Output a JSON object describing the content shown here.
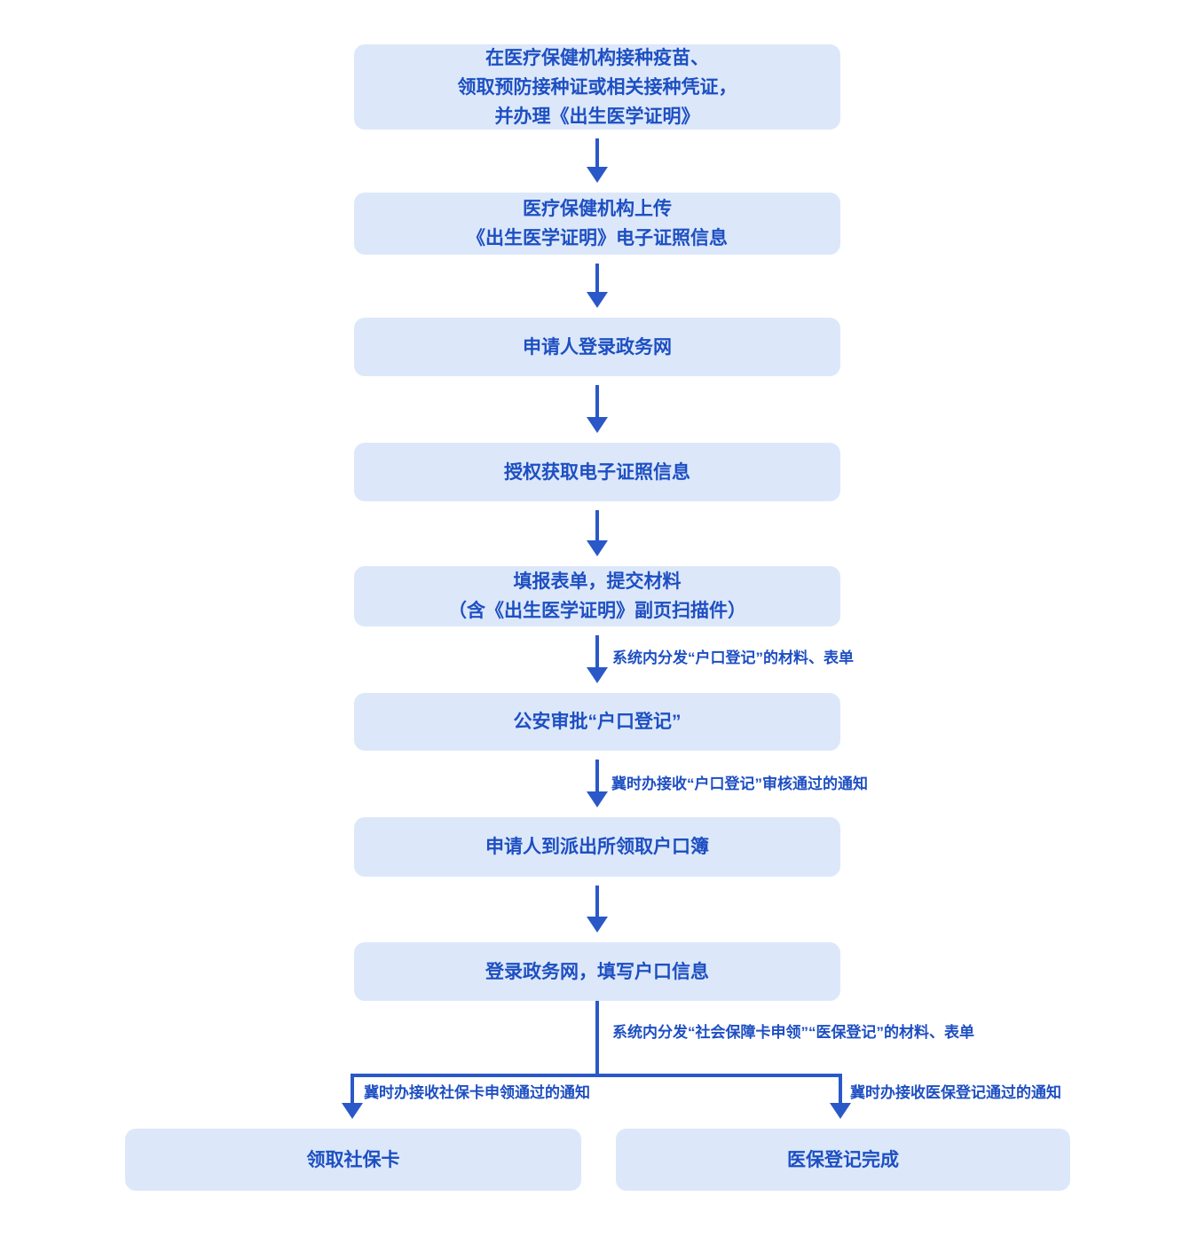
{
  "colors": {
    "background": "#ffffff",
    "node_fill": "#dce8fa",
    "text_blue": "#1e4fc2",
    "connector_blue": "#2a58c8"
  },
  "flow": {
    "nodes": {
      "vaccinate": {
        "line1": "在医疗保健机构接种疫苗、",
        "line2": "领取预防接种证或相关接种凭证，",
        "line3": "并办理《出生医学证明》"
      },
      "upload": {
        "line1": "医疗保健机构上传",
        "line2": "《出生医学证明》电子证照信息"
      },
      "login": {
        "label": "申请人登录政务网"
      },
      "authorize": {
        "label": "授权获取电子证照信息"
      },
      "submit": {
        "line1": "填报表单，提交材料",
        "line2": "（含《出生医学证明》副页扫描件）"
      },
      "police_approve": {
        "label": "公安审批“户口登记”"
      },
      "collect_hukou": {
        "label": "申请人到派出所领取户口簿"
      },
      "fill_hukou": {
        "label": "登录政务网，填写户口信息"
      },
      "collect_card": {
        "label": "领取社保卡"
      },
      "yibao_done": {
        "label": "医保登记完成"
      }
    },
    "edge_labels": {
      "dispatch_hukou": "系统内分发“户口登记”的材料、表单",
      "notify_hukou": "冀时办接收“户口登记”审核通过的通知",
      "dispatch_card_yibao": "系统内分发“社会保障卡申领”“医保登记”的材料、表单",
      "notify_card": "冀时办接收社保卡申领通过的通知",
      "notify_yibao": "冀时办接收医保登记通过的通知"
    }
  }
}
